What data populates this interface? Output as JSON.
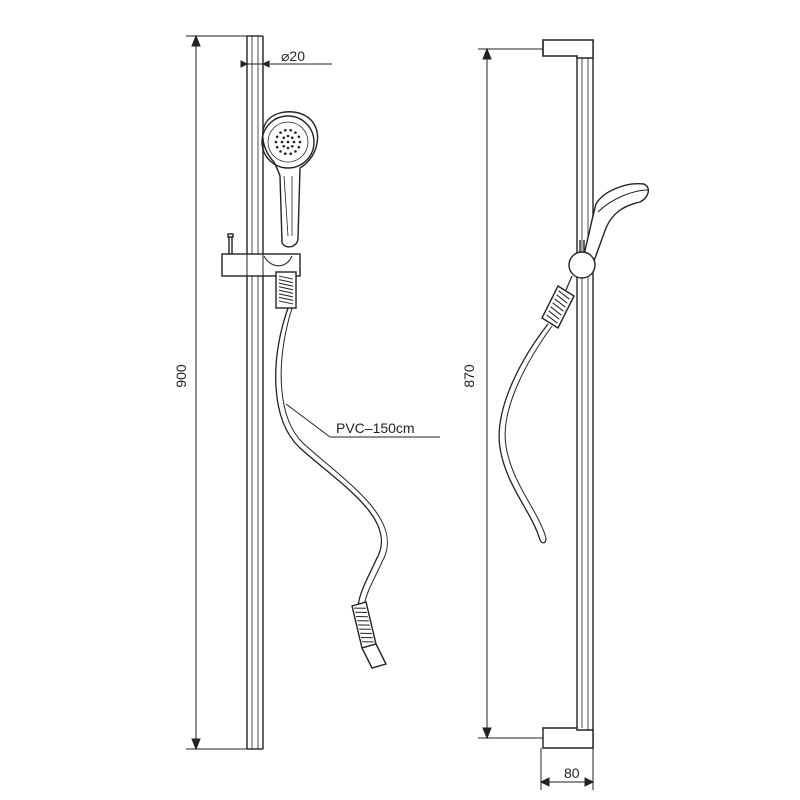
{
  "front_view": {
    "height_dim": "900",
    "diameter_dim": "⌀20",
    "hose_label": "PVC–150cm"
  },
  "side_view": {
    "height_dim": "870",
    "depth_dim": "80"
  }
}
